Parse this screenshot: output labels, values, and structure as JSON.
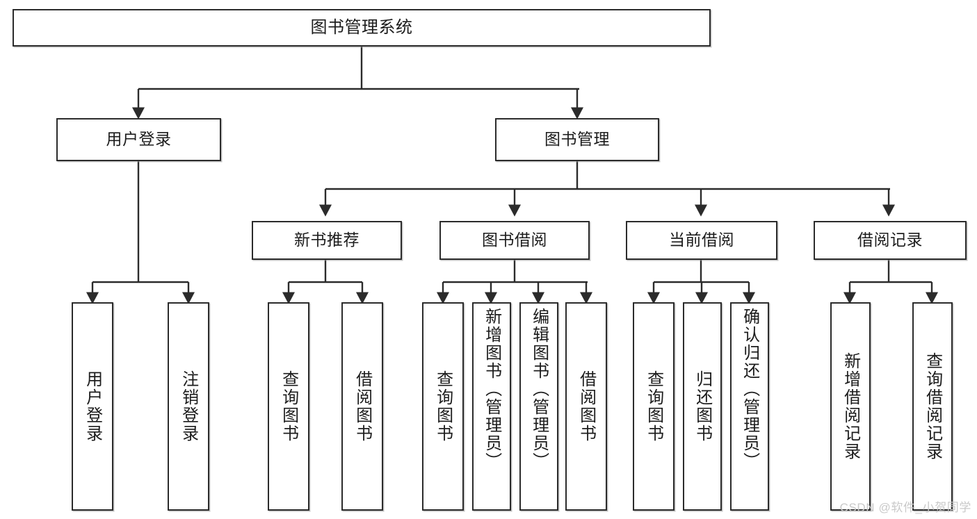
{
  "diagram": {
    "title": "图书管理系统",
    "type": "tree-hierarchy",
    "watermark": "CSDN @软件_小贺同学",
    "colors": {
      "background": "#ffffff",
      "box_border": "#2b2b2b",
      "box_fill": "#ffffff",
      "edge": "#2b2b2b",
      "text": "#1c1c1c",
      "watermark": "#c9c9c9"
    },
    "levels": {
      "level1": [
        "图书管理系统"
      ],
      "level2": [
        "用户登录",
        "图书管理"
      ],
      "level3": [
        "新书推荐",
        "图书借阅",
        "当前借阅",
        "借阅记录"
      ],
      "level4": [
        "用户登录",
        "注销登录",
        "查询图书",
        "借阅图书",
        "查询图书",
        "新增图书（管理员）",
        "编辑图书（管理员）",
        "借阅图书",
        "查询图书",
        "归还图书",
        "确认归还（管理员）",
        "新增借阅记录",
        "查询借阅记录"
      ]
    },
    "nodes": {
      "root": {
        "label": "图书管理系统"
      },
      "user_login": {
        "label": "用户登录"
      },
      "book_manage": {
        "label": "图书管理"
      },
      "new_book_rec": {
        "label": "新书推荐"
      },
      "book_borrow": {
        "label": "图书借阅"
      },
      "current_borrow": {
        "label": "当前借阅"
      },
      "borrow_record": {
        "label": "借阅记录"
      },
      "leaf_user_login": {
        "label": "用户登录"
      },
      "leaf_logout": {
        "label": "注销登录"
      },
      "leaf_query_book_1": {
        "label": "查询图书"
      },
      "leaf_borrow_book_1": {
        "label": "借阅图书"
      },
      "leaf_query_book_2": {
        "label": "查询图书"
      },
      "leaf_add_book": {
        "label": "新增图书（管理员）"
      },
      "leaf_edit_book": {
        "label": "编辑图书（管理员）"
      },
      "leaf_borrow_book_2": {
        "label": "借阅图书"
      },
      "leaf_query_book_3": {
        "label": "查询图书"
      },
      "leaf_return_book": {
        "label": "归还图书"
      },
      "leaf_confirm_return": {
        "label": "确认归还（管理员）"
      },
      "leaf_add_record": {
        "label": "新增借阅记录"
      },
      "leaf_query_record": {
        "label": "查询借阅记录"
      }
    },
    "edges": [
      {
        "from": "root",
        "to": "user_login"
      },
      {
        "from": "root",
        "to": "book_manage"
      },
      {
        "from": "user_login",
        "to": "leaf_user_login"
      },
      {
        "from": "user_login",
        "to": "leaf_logout"
      },
      {
        "from": "book_manage",
        "to": "new_book_rec"
      },
      {
        "from": "book_manage",
        "to": "book_borrow"
      },
      {
        "from": "book_manage",
        "to": "current_borrow"
      },
      {
        "from": "book_manage",
        "to": "borrow_record"
      },
      {
        "from": "new_book_rec",
        "to": "leaf_query_book_1"
      },
      {
        "from": "new_book_rec",
        "to": "leaf_borrow_book_1"
      },
      {
        "from": "book_borrow",
        "to": "leaf_query_book_2"
      },
      {
        "from": "book_borrow",
        "to": "leaf_add_book"
      },
      {
        "from": "book_borrow",
        "to": "leaf_edit_book"
      },
      {
        "from": "book_borrow",
        "to": "leaf_borrow_book_2"
      },
      {
        "from": "current_borrow",
        "to": "leaf_query_book_3"
      },
      {
        "from": "current_borrow",
        "to": "leaf_return_book"
      },
      {
        "from": "current_borrow",
        "to": "leaf_confirm_return"
      },
      {
        "from": "borrow_record",
        "to": "leaf_add_record"
      },
      {
        "from": "borrow_record",
        "to": "leaf_query_record"
      }
    ]
  }
}
